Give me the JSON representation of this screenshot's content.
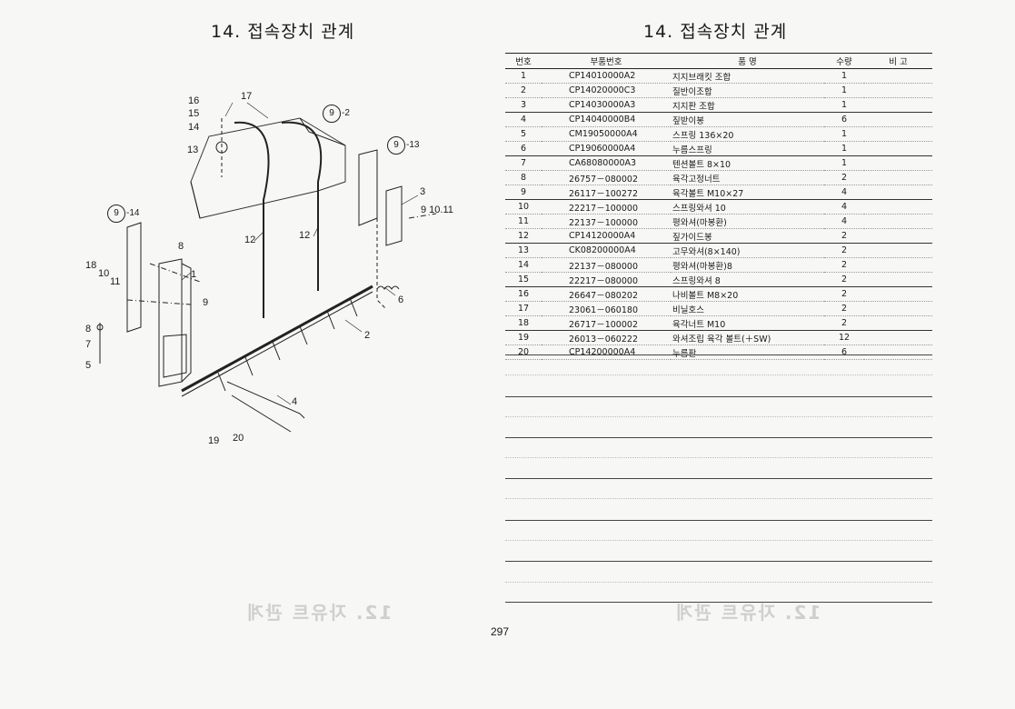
{
  "left_page": {
    "title": "14. 접속장치 관계"
  },
  "right_page": {
    "title": "14. 접속장치 관계"
  },
  "table": {
    "headers": {
      "no": "번호",
      "code": "부품번호",
      "name": "품    명",
      "qty": "수량",
      "remark": "비  고"
    },
    "rows": [
      {
        "no": "1",
        "code": "CP14010000A2",
        "name": "지지브래킷 조합",
        "qty": "1"
      },
      {
        "no": "2",
        "code": "CP14020000C3",
        "name": "질반이조합",
        "qty": "1"
      },
      {
        "no": "3",
        "code": "CP14030000A3",
        "name": "지지판 조합",
        "qty": "1"
      },
      {
        "no": "4",
        "code": "CP14040000B4",
        "name": "짚받이봉",
        "qty": "6"
      },
      {
        "no": "5",
        "code": "CM19050000A4",
        "name": "스프링 136×20",
        "qty": "1"
      },
      {
        "no": "6",
        "code": "CP19060000A4",
        "name": "누름스프링",
        "qty": "1"
      },
      {
        "no": "7",
        "code": "CA68080000A3",
        "name": "텐션볼트 8×10",
        "qty": "1"
      },
      {
        "no": "8",
        "code": "26757－080002",
        "name": "육각고정너트",
        "qty": "2"
      },
      {
        "no": "9",
        "code": "26117－100272",
        "name": "육각볼트 M10×27",
        "qty": "4"
      },
      {
        "no": "10",
        "code": "22217－100000",
        "name": "스프링와셔 10",
        "qty": "4"
      },
      {
        "no": "11",
        "code": "22137－100000",
        "name": "평와셔(마봉환)",
        "qty": "4"
      },
      {
        "no": "12",
        "code": "CP14120000A4",
        "name": "짚가이드봉",
        "qty": "2"
      },
      {
        "no": "13",
        "code": "CK08200000A4",
        "name": "고무와셔(8×140)",
        "qty": "2"
      },
      {
        "no": "14",
        "code": "22137－080000",
        "name": "평와셔(마봉환)8",
        "qty": "2"
      },
      {
        "no": "15",
        "code": "22217－080000",
        "name": "스프링와셔 8",
        "qty": "2"
      },
      {
        "no": "16",
        "code": "26647－080202",
        "name": "나비볼트 M8×20",
        "qty": "2"
      },
      {
        "no": "17",
        "code": "23061－060180",
        "name": "비닐호스",
        "qty": "2"
      },
      {
        "no": "18",
        "code": "26717－100002",
        "name": "육각너트 M10",
        "qty": "2"
      },
      {
        "no": "19",
        "code": "26013－060222",
        "name": "와셔조립 육각 볼트(＋SW)",
        "qty": "12"
      },
      {
        "no": "20",
        "code": "CP14200000A4",
        "name": "누름판",
        "qty": "6"
      }
    ]
  },
  "diagram": {
    "callouts": [
      {
        "id": "c16",
        "label": "16"
      },
      {
        "id": "c15",
        "label": "15"
      },
      {
        "id": "c14",
        "label": "14"
      },
      {
        "id": "c13",
        "label": "13"
      },
      {
        "id": "c17",
        "label": "17"
      },
      {
        "id": "c12a",
        "label": "12"
      },
      {
        "id": "c12b",
        "label": "12"
      },
      {
        "id": "c3",
        "label": "3"
      },
      {
        "id": "c1011",
        "label": "9  10.11"
      },
      {
        "id": "c6",
        "label": "6"
      },
      {
        "id": "c2",
        "label": "2"
      },
      {
        "id": "c4",
        "label": "4"
      },
      {
        "id": "c8a",
        "label": "8"
      },
      {
        "id": "c1",
        "label": "1"
      },
      {
        "id": "c9",
        "label": "9"
      },
      {
        "id": "c18",
        "label": "18"
      },
      {
        "id": "c10",
        "label": "10"
      },
      {
        "id": "c11",
        "label": "11"
      },
      {
        "id": "c8b",
        "label": "8"
      },
      {
        "id": "c7",
        "label": "7"
      },
      {
        "id": "c5",
        "label": "5"
      },
      {
        "id": "c19",
        "label": "19"
      },
      {
        "id": "c20",
        "label": "20"
      }
    ],
    "circled_refs": [
      {
        "id": "r1",
        "num": "9",
        "sub": "-2"
      },
      {
        "id": "r2",
        "num": "9",
        "sub": "-13"
      },
      {
        "id": "r3",
        "num": "9",
        "sub": "-14"
      }
    ]
  },
  "page_number": "297"
}
